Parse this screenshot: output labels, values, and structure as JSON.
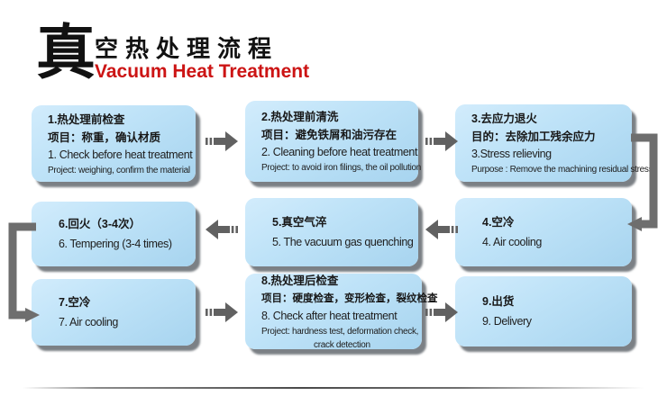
{
  "header": {
    "big_char": "真",
    "title_cn": "空热处理流程",
    "title_en": "Vacuum Heat Treatment"
  },
  "colors": {
    "accent_red": "#cc1414",
    "box_fill_light": "#d2ecfc",
    "box_fill_dark": "#a7d4ef",
    "box_shadow_gray": "#5a6066",
    "arrow_gray": "#616161",
    "text_dark": "#1f1f1f"
  },
  "boxes": [
    {
      "cn_title": "1.热处理前检查",
      "cn_detail": "项目：称重，确认材质",
      "en_title": "1. Check before heat treatment",
      "en_detail": "Project: weighing, confirm the material"
    },
    {
      "cn_title": "2.热处理前清洗",
      "cn_detail": "项目：避免铁屑和油污存在",
      "en_title": "2. Cleaning before heat treatment",
      "en_detail": "Project: to avoid iron filings, the oil pollution"
    },
    {
      "cn_title": "3.去应力退火",
      "cn_detail": "目的：去除加工残余应力",
      "en_title": "3.Stress relieving",
      "en_detail": "Purpose : Remove the machining residual stress"
    },
    {
      "cn_title": "4.空冷",
      "en_title": "4. Air cooling"
    },
    {
      "cn_title": "5.真空气淬",
      "en_title": "5. The vacuum gas quenching"
    },
    {
      "cn_title": "6.回火（3-4次）",
      "en_title": "6. Tempering (3-4 times)"
    },
    {
      "cn_title": "7.空冷",
      "en_title": "7. Air cooling"
    },
    {
      "cn_title": "8.热处理后检查",
      "cn_detail": "项目：硬度检查，变形检查，裂纹检查",
      "en_title": "8. Check after heat treatment",
      "en_detail": "Project: hardness test, deformation check,",
      "en_detail2": "crack detection"
    },
    {
      "cn_title": "9.出货",
      "en_title": "9. Delivery"
    }
  ],
  "arrows": [
    {
      "name": "arrow-1-to-2",
      "direction": "right"
    },
    {
      "name": "arrow-2-to-3",
      "direction": "right"
    },
    {
      "name": "connector-3-to-4",
      "direction": "down-then-left"
    },
    {
      "name": "arrow-4-to-5",
      "direction": "left"
    },
    {
      "name": "arrow-5-to-6",
      "direction": "left"
    },
    {
      "name": "connector-6-to-7",
      "direction": "down-then-right"
    },
    {
      "name": "arrow-7-to-8",
      "direction": "right"
    },
    {
      "name": "arrow-8-to-9",
      "direction": "right"
    }
  ]
}
